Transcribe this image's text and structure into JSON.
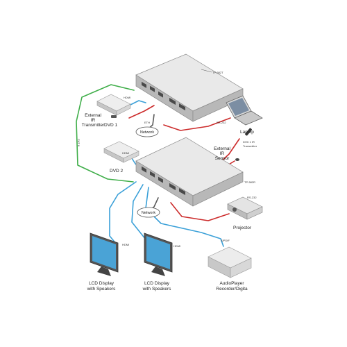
{
  "colors": {
    "cat6": "#3fae49",
    "hdmi": "#3aa0d8",
    "ir": "#cc2a2a",
    "rs232": "#cc2a2a",
    "network": "#5a5a5a",
    "device_top": "#e9e9e9",
    "device_front": "#b8b8b8",
    "port": "#4a4a4a"
  },
  "devices": {
    "transmitter": {
      "model": "TP-582T"
    },
    "receiver": {
      "model": "TP-582R"
    },
    "ir_transmitter": {
      "label_line1": "External",
      "label_line2": "IR",
      "label_line3": "Transmitter"
    },
    "dvd1": {
      "label": "DVD 1"
    },
    "dvd2": {
      "label": "DVD 2"
    },
    "laptop": {
      "label": "Laptop"
    },
    "dvd1_ir": {
      "label_line1": "DVD 1 IR",
      "label_line2": "Transmitter"
    },
    "ir_sensor": {
      "label_line1": "External",
      "label_line2": "IR",
      "label_line3": "Sensor"
    },
    "projector": {
      "label": "Projector"
    },
    "lcd1": {
      "label_line1": "LCD Display",
      "label_line2": "with Speakers"
    },
    "lcd2": {
      "label_line1": "LCD Display",
      "label_line2": "with Speakers"
    },
    "audio": {
      "label_line1": "AudioPlayer",
      "label_line2": "Recorder/Digita"
    }
  },
  "cables": {
    "cat6_label": "CAT 6",
    "hdmi_label": "HDMI",
    "eth_label": "ETH",
    "rs232_label": "RS-232",
    "spdif_label": "S/PDIF"
  },
  "networks": {
    "top": {
      "label": "Network"
    },
    "bottom": {
      "label": "Network"
    }
  }
}
